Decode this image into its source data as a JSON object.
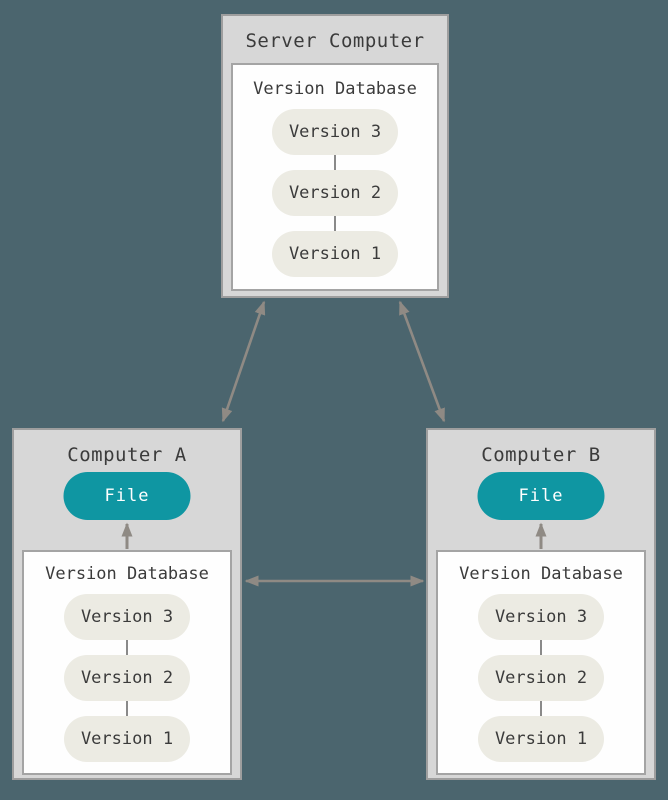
{
  "server": {
    "title": "Server Computer",
    "db": {
      "label": "Version Database",
      "versions": [
        "Version 3",
        "Version 2",
        "Version 1"
      ]
    }
  },
  "computer_a": {
    "title": "Computer A",
    "file_label": "File",
    "db": {
      "label": "Version Database",
      "versions": [
        "Version 3",
        "Version 2",
        "Version 1"
      ]
    }
  },
  "computer_b": {
    "title": "Computer B",
    "file_label": "File",
    "db": {
      "label": "Version Database",
      "versions": [
        "Version 3",
        "Version 2",
        "Version 1"
      ]
    }
  },
  "connections": [
    {
      "from": "server_computer",
      "to": "computer_a",
      "style": "double-headed-arrow"
    },
    {
      "from": "server_computer",
      "to": "computer_b",
      "style": "double-headed-arrow"
    },
    {
      "from": "computer_a",
      "to": "computer_b",
      "style": "double-headed-arrow"
    },
    {
      "from": "computer_a.version_database",
      "to": "computer_a.file",
      "style": "single-headed-arrow"
    },
    {
      "from": "computer_b.version_database",
      "to": "computer_b.file",
      "style": "single-headed-arrow"
    }
  ],
  "colors": {
    "background": "#4B656E",
    "box_fill": "#D7D7D7",
    "box_border": "#9E9E9E",
    "inner_box_fill": "#FEFEFE",
    "inner_box_border": "#A4A4A4",
    "version_pill_fill": "#ECEBE3",
    "file_pill_fill": "#0F96A2",
    "file_pill_text": "#FFFFFF",
    "text": "#3B3B3B",
    "arrow": "#8F8A84"
  }
}
